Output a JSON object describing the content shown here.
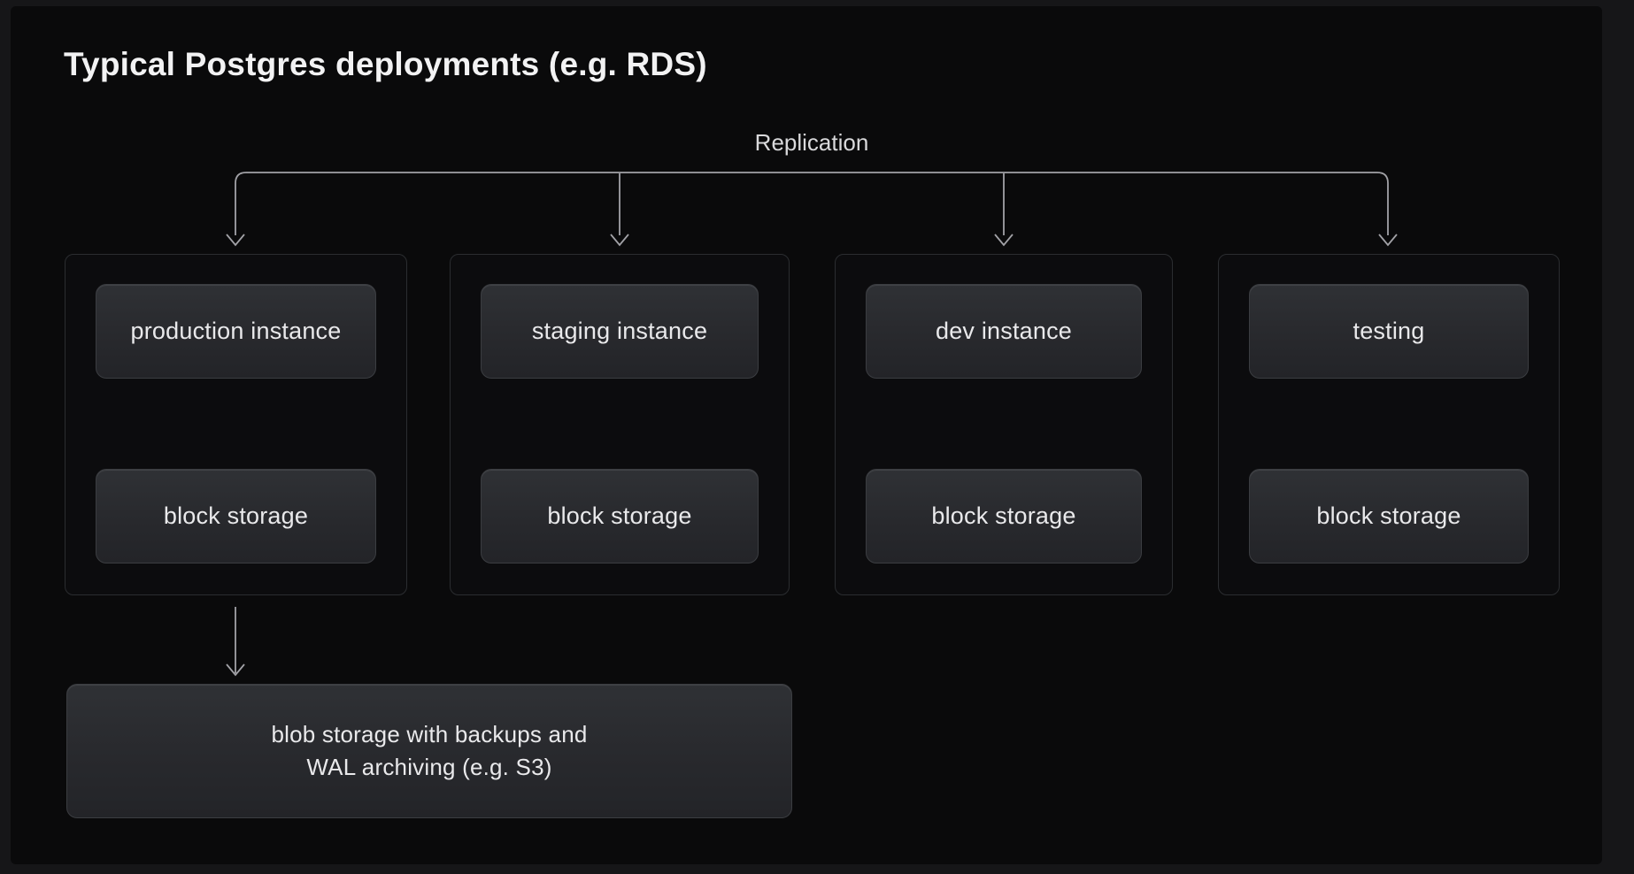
{
  "title": "Typical Postgres deployments (e.g. RDS)",
  "replication_label": "Replication",
  "columns": [
    {
      "instance_label": "production instance",
      "storage_label": "block storage"
    },
    {
      "instance_label": "staging instance",
      "storage_label": "block storage"
    },
    {
      "instance_label": "dev instance",
      "storage_label": "block storage"
    },
    {
      "instance_label": "testing",
      "storage_label": "block storage"
    }
  ],
  "blob": {
    "line1": "blob storage with backups and",
    "line2": "WAL archiving (e.g. S3)"
  },
  "colors": {
    "canvas_background": "#0a0a0b",
    "surround_background": "#161618",
    "column_border": "#2b2d30",
    "node_background_top": "#2f3135",
    "node_background_bottom": "#232428",
    "node_border": "#3b3d41",
    "connector": "#a2a2a7",
    "title_text": "#f2f2f3",
    "label_text": "#d9d9db",
    "node_text": "#e9e9eb"
  }
}
